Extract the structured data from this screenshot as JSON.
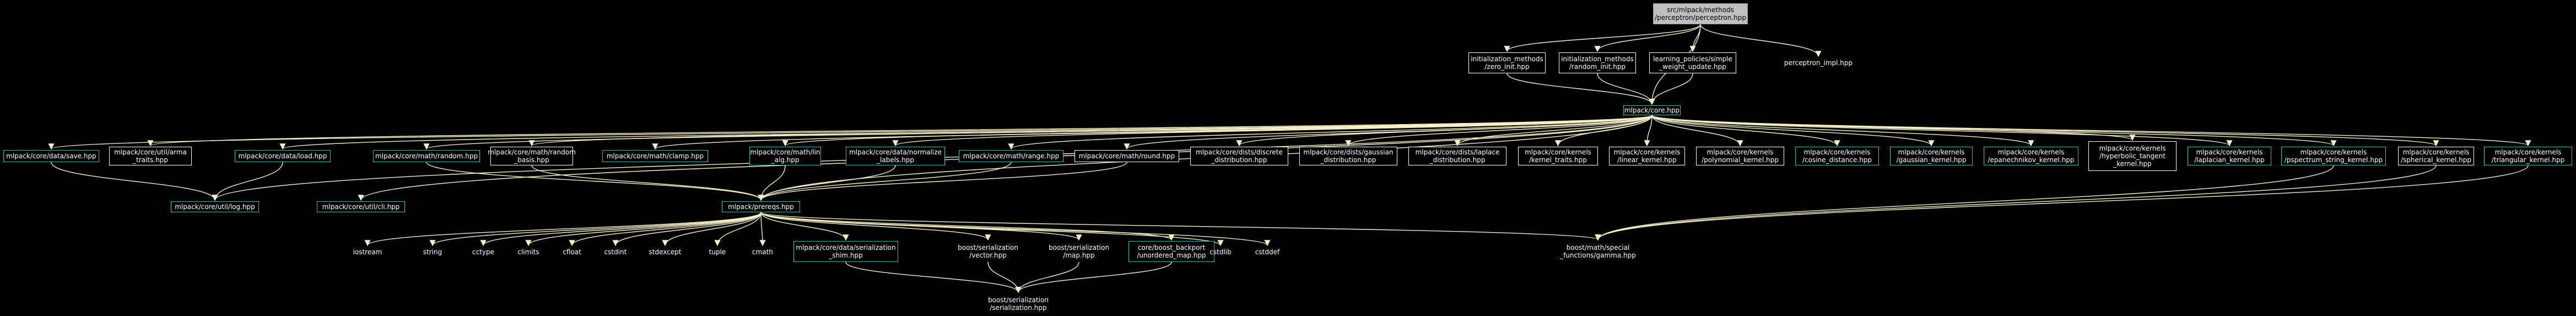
{
  "graph": {
    "nodes": [
      {
        "id": "root",
        "text": "src/mlpack/methods\n/perceptron/perceptron.hpp",
        "kind": "root"
      },
      {
        "id": "zero_init",
        "text": "initialization_methods\n/zero_init.hpp",
        "kind": "plain-box"
      },
      {
        "id": "random_init",
        "text": "initialization_methods\n/random_init.hpp",
        "kind": "plain-box"
      },
      {
        "id": "simple_update",
        "text": "learning_policies/simple\n_weight_update.hpp",
        "kind": "plain-box"
      },
      {
        "id": "perceptron_impl",
        "text": "perceptron_impl.hpp",
        "kind": "text"
      },
      {
        "id": "core",
        "text": "mlpack/core.hpp",
        "kind": "linked"
      },
      {
        "id": "save",
        "text": "mlpack/core/data/save.hpp",
        "kind": "linked"
      },
      {
        "id": "arma_traits",
        "text": "mlpack/core/util/arma\n_traits.hpp",
        "kind": "plain-box"
      },
      {
        "id": "load",
        "text": "mlpack/core/data/load.hpp",
        "kind": "linked"
      },
      {
        "id": "math_random",
        "text": "mlpack/core/math/random.hpp",
        "kind": "linked"
      },
      {
        "id": "random_basis",
        "text": "mlpack/core/math/random\n_basis.hpp",
        "kind": "plain-box"
      },
      {
        "id": "clamp",
        "text": "mlpack/core/math/clamp.hpp",
        "kind": "linked"
      },
      {
        "id": "lin_alg",
        "text": "mlpack/core/math/lin\n_alg.hpp",
        "kind": "linked"
      },
      {
        "id": "normalize_labels",
        "text": "mlpack/core/data/normalize\n_labels.hpp",
        "kind": "linked"
      },
      {
        "id": "range",
        "text": "mlpack/core/math/range.hpp",
        "kind": "linked"
      },
      {
        "id": "round",
        "text": "mlpack/core/math/round.hpp",
        "kind": "plain-box"
      },
      {
        "id": "discrete",
        "text": "mlpack/core/dists/discrete\n_distribution.hpp",
        "kind": "plain-box"
      },
      {
        "id": "gaussian_dist",
        "text": "mlpack/core/dists/gaussian\n_distribution.hpp",
        "kind": "plain-box"
      },
      {
        "id": "laplace_dist",
        "text": "mlpack/core/dists/laplace\n_distribution.hpp",
        "kind": "plain-box"
      },
      {
        "id": "kernel_traits",
        "text": "mlpack/core/kernels\n/kernel_traits.hpp",
        "kind": "plain-box"
      },
      {
        "id": "linear_kernel",
        "text": "mlpack/core/kernels\n/linear_kernel.hpp",
        "kind": "plain-box"
      },
      {
        "id": "polynomial",
        "text": "mlpack/core/kernels\n/polynomial_kernel.hpp",
        "kind": "plain-box"
      },
      {
        "id": "cosine",
        "text": "mlpack/core/kernels\n/cosine_distance.hpp",
        "kind": "linked"
      },
      {
        "id": "gaussian_kernel",
        "text": "mlpack/core/kernels\n/gaussian_kernel.hpp",
        "kind": "linked"
      },
      {
        "id": "epanechnikov",
        "text": "mlpack/core/kernels\n/epanechnikov_kernel.hpp",
        "kind": "linked"
      },
      {
        "id": "hyperbolic",
        "text": "mlpack/core/kernels\n/hyperbolic_tangent\n_kernel.hpp",
        "kind": "plain-box"
      },
      {
        "id": "laplacian",
        "text": "mlpack/core/kernels\n/laplacian_kernel.hpp",
        "kind": "linked"
      },
      {
        "id": "pspectrum",
        "text": "mlpack/core/kernels\n/pspectrum_string_kernel.hpp",
        "kind": "linked"
      },
      {
        "id": "spherical",
        "text": "mlpack/core/kernels\n/spherical_kernel.hpp",
        "kind": "plain-box"
      },
      {
        "id": "triangular",
        "text": "mlpack/core/kernels\n/triangular_kernel.hpp",
        "kind": "linked"
      },
      {
        "id": "log",
        "text": "mlpack/core/util/log.hpp",
        "kind": "linked"
      },
      {
        "id": "cli",
        "text": "mlpack/core/util/cli.hpp",
        "kind": "linked"
      },
      {
        "id": "prereqs",
        "text": "mlpack/prereqs.hpp",
        "kind": "linked"
      },
      {
        "id": "iostream",
        "text": "iostream",
        "kind": "text"
      },
      {
        "id": "string",
        "text": "string",
        "kind": "text"
      },
      {
        "id": "cctype",
        "text": "cctype",
        "kind": "text"
      },
      {
        "id": "climits",
        "text": "climits",
        "kind": "text"
      },
      {
        "id": "cfloat",
        "text": "cfloat",
        "kind": "text"
      },
      {
        "id": "cstdint",
        "text": "cstdint",
        "kind": "text"
      },
      {
        "id": "stdexcept",
        "text": "stdexcept",
        "kind": "text"
      },
      {
        "id": "tuple",
        "text": "tuple",
        "kind": "text"
      },
      {
        "id": "cmath",
        "text": "cmath",
        "kind": "text"
      },
      {
        "id": "shim",
        "text": "mlpack/core/data/serialization\n_shim.hpp",
        "kind": "linked"
      },
      {
        "id": "vector",
        "text": "boost/serialization\n/vector.hpp",
        "kind": "text"
      },
      {
        "id": "map",
        "text": "boost/serialization\n/map.hpp",
        "kind": "text"
      },
      {
        "id": "unordered_map",
        "text": "core/boost_backport\n/unordered_map.hpp",
        "kind": "linked"
      },
      {
        "id": "cstdlib",
        "text": "cstdlib",
        "kind": "text"
      },
      {
        "id": "cstddef",
        "text": "cstddef",
        "kind": "text"
      },
      {
        "id": "gamma",
        "text": "boost/math/special\n_functions/gamma.hpp",
        "kind": "text"
      },
      {
        "id": "serialization",
        "text": "boost/serialization\n/serialization.hpp",
        "kind": "text"
      }
    ]
  }
}
